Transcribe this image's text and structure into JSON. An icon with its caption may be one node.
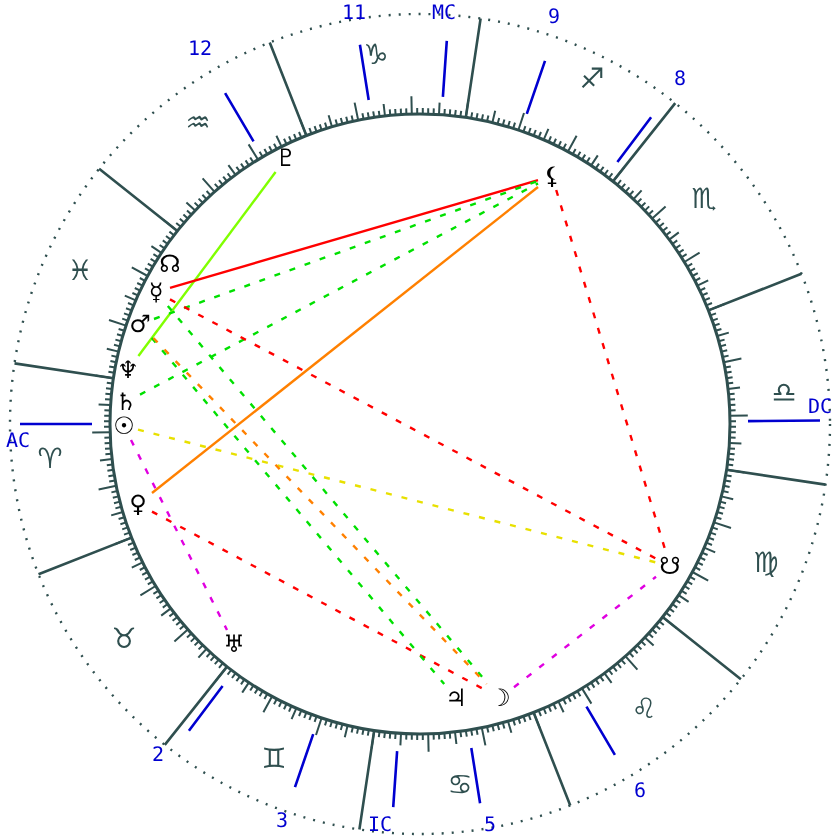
{
  "diagram": {
    "nodes": [
      {
        "text": [
          "♇"
        ]
      },
      {
        "text": [
          "☊"
        ]
      },
      {
        "text": [
          "☿"
        ]
      },
      {
        "text": [
          "♂"
        ]
      },
      {
        "text": [
          "♆"
        ]
      },
      {
        "text": [
          "♄"
        ]
      },
      {
        "text": [
          "☉"
        ]
      },
      {
        "text": [
          "♀"
        ]
      },
      {
        "text": [
          "♅"
        ]
      },
      {
        "text": [
          "♃"
        ]
      },
      {
        "text": [
          "☽"
        ]
      },
      {
        "text": [
          "☋"
        ]
      },
      {
        "text": [
          "⚸"
        ]
      }
    ],
    "edges": [
      {
        "from": 0,
        "to": 4,
        "arrow": "none",
        "color": "#80ff00"
      },
      {
        "from": 2,
        "to": 12,
        "arrow": "none",
        "color": "#ff0000"
      },
      {
        "from": 7,
        "to": 12,
        "arrow": "none",
        "color": "#ff8000"
      },
      {
        "from": 3,
        "to": 12,
        "arrow": "none",
        "style": "dashed",
        "color": "#00e000"
      },
      {
        "from": 5,
        "to": 12,
        "arrow": "none",
        "style": "dashed",
        "color": "#00e000"
      },
      {
        "from": 12,
        "to": 11,
        "arrow": "none",
        "style": "dashed",
        "color": "#ff0000"
      },
      {
        "from": 2,
        "to": 11,
        "arrow": "none",
        "style": "dashed",
        "color": "#ff0000"
      },
      {
        "from": 6,
        "to": 11,
        "arrow": "none",
        "style": "dashed",
        "color": "#e8e000"
      },
      {
        "from": 7,
        "to": 10,
        "arrow": "none",
        "style": "dashed",
        "color": "#ff0000"
      },
      {
        "from": 6,
        "to": 8,
        "arrow": "none",
        "style": "dashed",
        "color": "#e000e0"
      },
      {
        "from": 10,
        "to": 11,
        "arrow": "none",
        "style": "dashed",
        "color": "#e000e0"
      },
      {
        "from": 3,
        "to": 9,
        "arrow": "none",
        "style": "dashed",
        "color": "#00e000"
      },
      {
        "from": 2,
        "to": 10,
        "arrow": "none",
        "style": "dashed",
        "color": "#00e000"
      },
      {
        "from": 3,
        "to": 10,
        "arrow": "none",
        "style": "dashed",
        "color": "#ff8000"
      }
    ],
    "labels": [
      "11",
      "MC",
      "9",
      "12",
      "♑",
      "8",
      "♐",
      "♒",
      "♏",
      "♓",
      "♎",
      "DC",
      "AC",
      "♈",
      "♍",
      "♉",
      "♌",
      "2",
      "♊",
      "6",
      "♋",
      "3",
      "5",
      "IC"
    ]
  }
}
